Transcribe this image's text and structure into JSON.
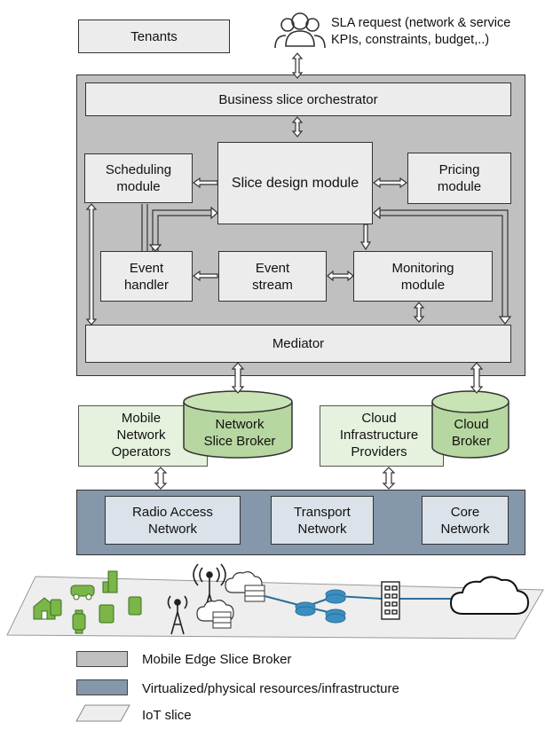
{
  "tenants_label": "Tenants",
  "sla_request": "SLA request (network & service\nKPIs, constraints, budget,..)",
  "broker": {
    "business_orchestrator": "Business slice orchestrator",
    "scheduling_module": "Scheduling\nmodule",
    "slice_design_module": "Slice design module",
    "pricing_module": "Pricing\nmodule",
    "event_handler": "Event\nhandler",
    "event_stream": "Event\nstream",
    "monitoring_module": "Monitoring\nmodule",
    "mediator": "Mediator"
  },
  "operators": {
    "mno": "Mobile\nNetwork\nOperators",
    "nsb": "Network\nSlice Broker",
    "cip": "Cloud\nInfrastructure\nProviders",
    "cloud_broker": "Cloud\nBroker"
  },
  "infrastructure": {
    "ran": "Radio Access\nNetwork",
    "transport": "Transport\nNetwork",
    "core": "Core\nNetwork"
  },
  "legend": [
    {
      "label": "Mobile Edge Slice Broker",
      "color": "#c0c0c0"
    },
    {
      "label": "Virtualized/physical resources/infrastructure",
      "color": "#8597aa"
    },
    {
      "label": "IoT slice",
      "color": "#eeeeee"
    }
  ],
  "icons": [
    "users-icon",
    "cell-tower-icon",
    "cloud-icon",
    "router-icon",
    "server-icon",
    "smart-home-icon",
    "car-icon",
    "smartwatch-icon",
    "building-icon"
  ]
}
